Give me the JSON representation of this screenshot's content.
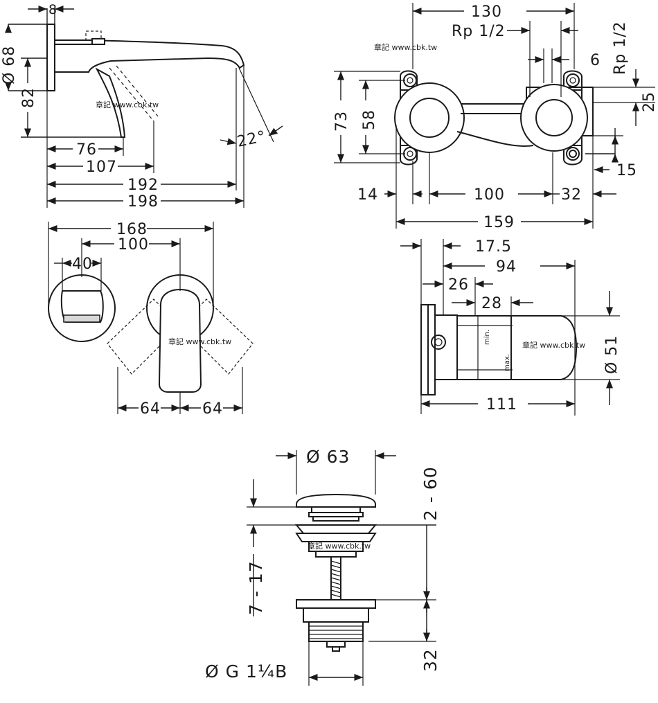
{
  "dimensions": {
    "side_view": {
      "d_8": "8",
      "d_68": "Ø 68",
      "d_82": "82",
      "d_76": "76",
      "d_107": "107",
      "d_192": "192",
      "d_198": "198",
      "d_22deg": "22°"
    },
    "mounting_body": {
      "d_130": "130",
      "rp_left": "Rp 1/2",
      "rp_right": "Rp 1/2",
      "d_6": "6",
      "d_25": "25",
      "d_73": "73",
      "d_58": "58",
      "d_15": "15",
      "d_14": "14",
      "d_100": "100",
      "d_32": "32",
      "d_159": "159"
    },
    "front_view": {
      "d_168": "168",
      "d_100": "100",
      "d_40": "40",
      "d_64_left": "64",
      "d_64_right": "64"
    },
    "body_side": {
      "d_17_5": "17.5",
      "d_94": "94",
      "d_26": "26",
      "d_28": "28",
      "d_51": "Ø 51",
      "d_111": "111",
      "mark_min": "min.",
      "mark_max": "max."
    },
    "waste_valve": {
      "d_63": "Ø 63",
      "d_2_60": "2 - 60",
      "d_7_17": "7 - 17",
      "d_32": "32",
      "thread": "Ø G 1¼B"
    }
  },
  "watermark": "章記 www.cbk.tw"
}
